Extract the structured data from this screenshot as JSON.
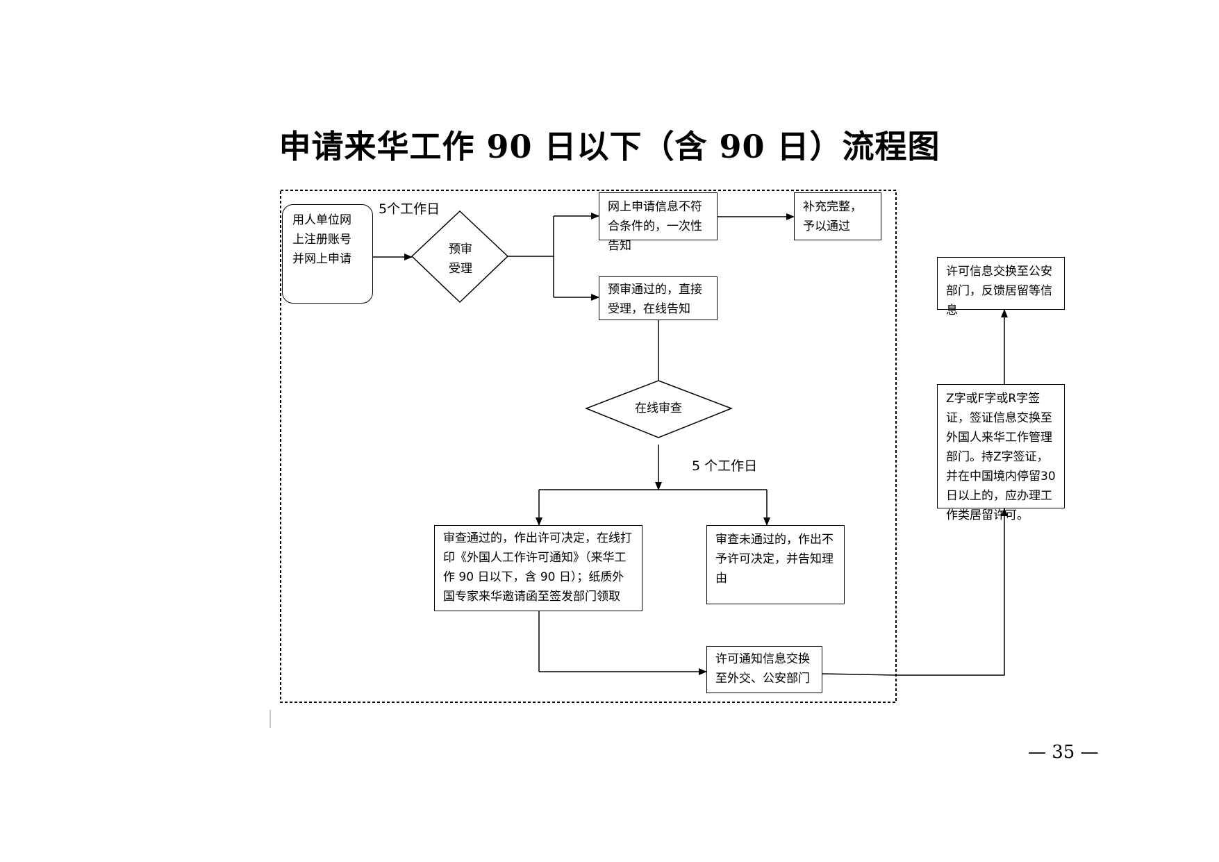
{
  "page": {
    "title": "申请来华工作 90 日以下（含 90 日）流程图",
    "page_number": "— 35 —"
  },
  "flow": {
    "start_box": "用人单位网上注册账号并网上申请",
    "days_label_1": "5个工作日",
    "prereview_diamond": "预审受理",
    "incomplete_box": "网上申请信息不符合条件的，一次性告知",
    "supplement_box": "补充完整，予以通过",
    "pass_box": "预审通过的，直接受理，在线告知",
    "online_review_diamond": "在线审查",
    "days_label_2": "5 个工作日",
    "approve_box": "审查通过的，作出许可决定，在线打印《外国人工作许可通知》（来华工作 90 日以下，含 90 日）；纸质外国专家来华邀请函至签发部门领取",
    "reject_box": "审查未通过的，作出不予许可决定，并告知理由",
    "exchange_box": "许可通知信息交换至外交、公安部门",
    "visa_box": "Z字或F字或R字签证，签证信息交换至外国人来华工作管理部门。持Z字签证，并在中国境内停留30日以上的，应办理工作类居留许可。",
    "police_box": "许可信息交换至公安部门，反馈居留等信息"
  }
}
